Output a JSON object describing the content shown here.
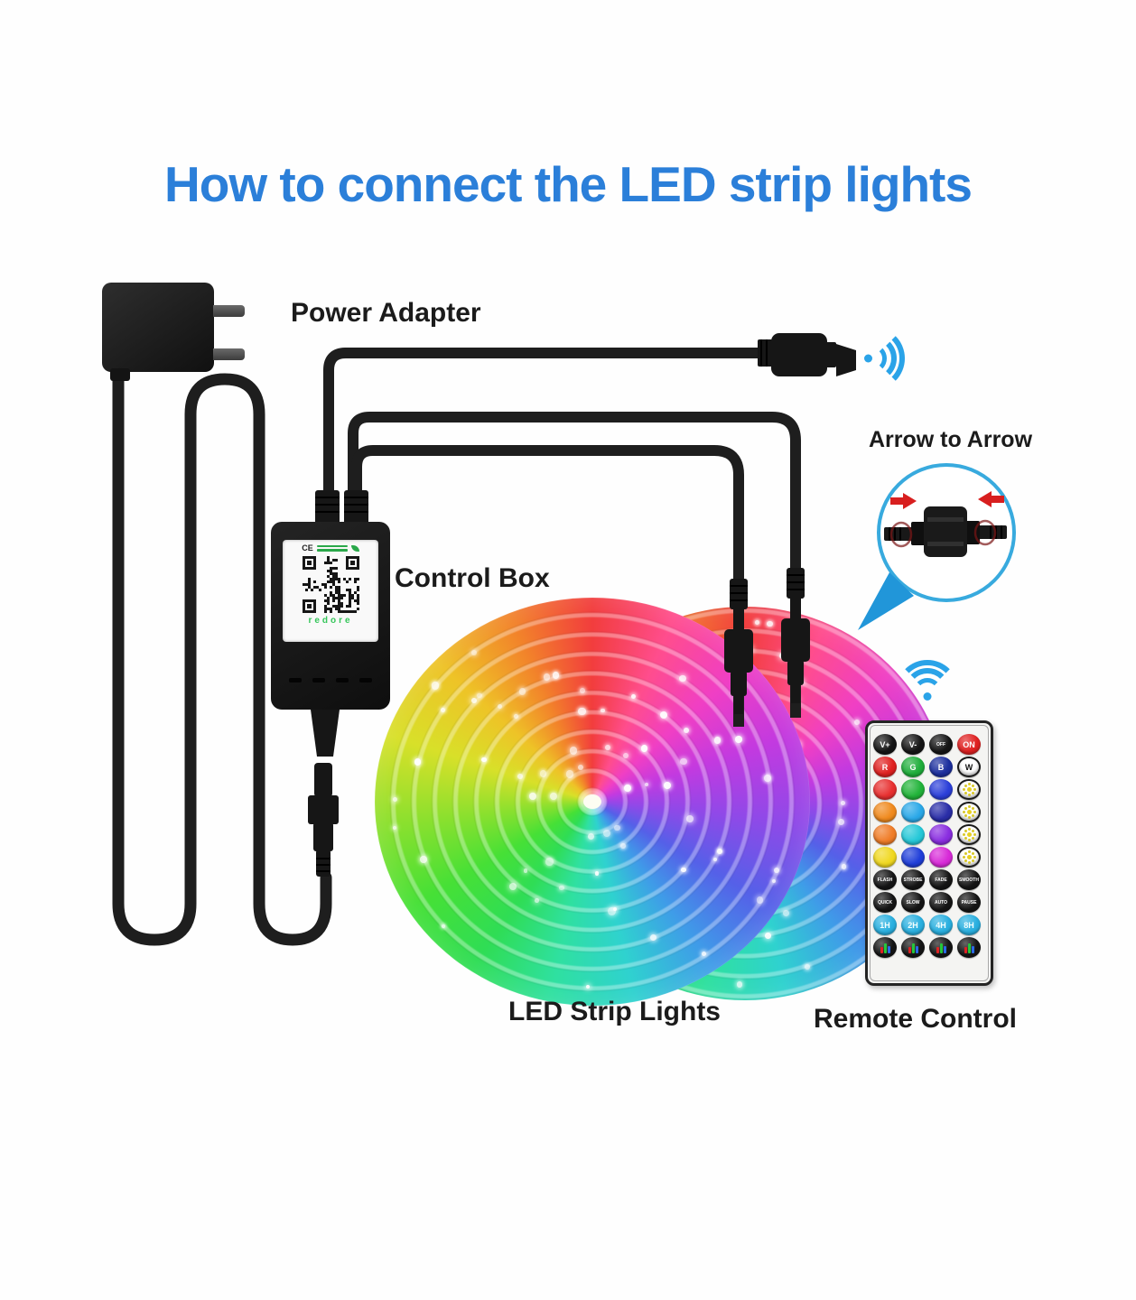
{
  "title": {
    "text": "How to connect the LED strip lights"
  },
  "labels": {
    "power_adapter": "Power Adapter",
    "control_box": "Control Box",
    "arrow_to_arrow": "Arrow to Arrow",
    "led_strip": "LED Strip Lights",
    "remote": "Remote Control"
  },
  "control_box": {
    "ce": "CE",
    "brand": "redore"
  },
  "remote": {
    "rows": [
      {
        "keys": [
          {
            "label": "V+",
            "bg": "#151515",
            "fg": "#ffffff"
          },
          {
            "label": "V-",
            "bg": "#151515",
            "fg": "#ffffff"
          },
          {
            "label": "OFF",
            "bg": "#151515",
            "fg": "#ffffff"
          },
          {
            "label": "ON",
            "bg": "#e02121",
            "fg": "#ffffff"
          }
        ]
      },
      {
        "keys": [
          {
            "label": "R",
            "bg": "#e02121",
            "fg": "#ffffff"
          },
          {
            "label": "G",
            "bg": "#1fae3b",
            "fg": "#ffffff"
          },
          {
            "label": "B",
            "bg": "#1c2f9e",
            "fg": "#ffffff"
          },
          {
            "label": "W",
            "bg": "#ffffff",
            "fg": "#111111",
            "ring": true
          }
        ]
      },
      {
        "keys": [
          {
            "bg": "#e83030"
          },
          {
            "bg": "#22b43a"
          },
          {
            "bg": "#2b3fd9"
          },
          {
            "icon": "led",
            "bg": "#ffffff",
            "ring": true
          }
        ]
      },
      {
        "keys": [
          {
            "bg": "#f08a1e"
          },
          {
            "bg": "#2aa8e8"
          },
          {
            "bg": "#2a2ea8"
          },
          {
            "icon": "led",
            "bg": "#ffffff",
            "ring": true
          }
        ]
      },
      {
        "keys": [
          {
            "bg": "#f07d28"
          },
          {
            "bg": "#25c8d8"
          },
          {
            "bg": "#8a2ee0"
          },
          {
            "icon": "led",
            "bg": "#ffffff",
            "ring": true
          }
        ]
      },
      {
        "keys": [
          {
            "bg": "#f0d820"
          },
          {
            "bg": "#1f3ed9"
          },
          {
            "bg": "#d82ad8"
          },
          {
            "icon": "led",
            "bg": "#ffffff",
            "ring": true
          }
        ]
      },
      {
        "keys": [
          {
            "label": "FLASH",
            "bg": "#151515",
            "fg": "#ffffff"
          },
          {
            "label": "STROBE",
            "bg": "#151515",
            "fg": "#ffffff"
          },
          {
            "label": "FADE",
            "bg": "#151515",
            "fg": "#ffffff"
          },
          {
            "label": "SMOOTH",
            "bg": "#151515",
            "fg": "#ffffff"
          }
        ]
      },
      {
        "keys": [
          {
            "label": "QUICK",
            "bg": "#151515",
            "fg": "#ffffff"
          },
          {
            "label": "SLOW",
            "bg": "#151515",
            "fg": "#ffffff"
          },
          {
            "label": "AUTO",
            "bg": "#151515",
            "fg": "#ffffff"
          },
          {
            "label": "PAUSE",
            "bg": "#151515",
            "fg": "#ffffff"
          }
        ]
      },
      {
        "keys": [
          {
            "label": "1H",
            "bg": "#2ab0e0",
            "fg": "#f2ffff"
          },
          {
            "label": "2H",
            "bg": "#2ab0e0",
            "fg": "#f2ffff"
          },
          {
            "label": "4H",
            "bg": "#2ab0e0",
            "fg": "#f2ffff"
          },
          {
            "label": "8H",
            "bg": "#2ab0e0",
            "fg": "#f2ffff"
          }
        ]
      },
      {
        "keys": [
          {
            "icon": "music",
            "bg": "#151515"
          },
          {
            "icon": "music",
            "bg": "#151515"
          },
          {
            "icon": "music",
            "bg": "#151515"
          },
          {
            "icon": "music",
            "bg": "#151515"
          }
        ]
      }
    ]
  },
  "colors": {
    "title_blue": "#2b7fd9",
    "label_black": "#1b1b1b",
    "wifi_blue": "#2aa3e8",
    "bubble_blue": "#38aade",
    "tail_blue": "#2196d9",
    "arrow_red": "#d81f1f",
    "cable_black": "#1e1e1e",
    "music_bar_colors": [
      "#e02222",
      "#25c83a",
      "#2a6ae8"
    ],
    "coil_palette": [
      "#f23d3d",
      "#ff4d8d",
      "#f03fc4",
      "#c23ae0",
      "#8f49e8",
      "#5560e8",
      "#3f9ce8",
      "#2fd2cf",
      "#2fe0a0",
      "#2fdd55",
      "#46e036",
      "#8ce02e",
      "#d8e029",
      "#eec327",
      "#f2832a",
      "#f23d3d"
    ]
  }
}
